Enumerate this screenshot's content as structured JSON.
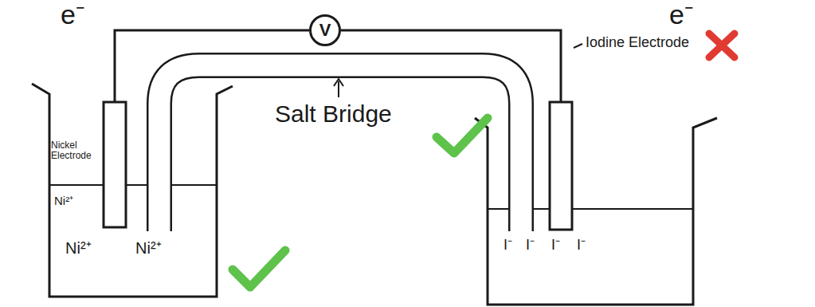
{
  "diagram": {
    "nodes": [
      {
        "text": [
          "V"
        ]
      }
    ],
    "labels": [
      "e⁻",
      "e⁻",
      "Salt Bridge",
      "Nickel Electrode",
      "Iodine Electrode",
      "Ni²⁺",
      "Ni²⁺",
      "Ni²⁺",
      "I⁻",
      "I⁻",
      "I⁻",
      "I⁻"
    ]
  }
}
